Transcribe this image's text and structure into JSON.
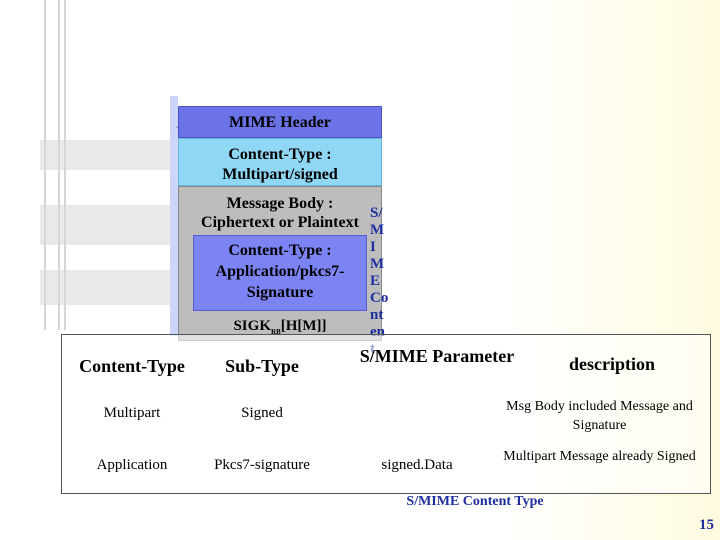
{
  "diagram": {
    "mime_header": "MIME Header",
    "content_type_1": [
      "Content-Type :",
      "Multipart/signed"
    ],
    "message_body": [
      "Message Body :",
      "Ciphertext or Plaintext"
    ],
    "content_type_2": [
      "Content-Type :",
      "Application/pkcs7-",
      "Signature"
    ],
    "sigk_main": "SIGK",
    "sigk_sub": "RB",
    "sigk_tail": "[H[M]]",
    "vertical_chars": [
      "S/",
      "M",
      "I",
      "M",
      "E",
      "Co",
      "nt",
      "en",
      "t"
    ]
  },
  "table": {
    "headers": [
      "Content-Type",
      "Sub-Type",
      "S/MIME Parameter",
      "description"
    ],
    "rows": [
      [
        "Multipart",
        "Signed",
        "",
        "Msg Body included Message and Signature"
      ],
      [
        "Application",
        "Pkcs7-signature",
        "signed.Data",
        "Multipart Message already Signed"
      ]
    ]
  },
  "caption": "S/MIME Content Type",
  "page_number": "15"
}
